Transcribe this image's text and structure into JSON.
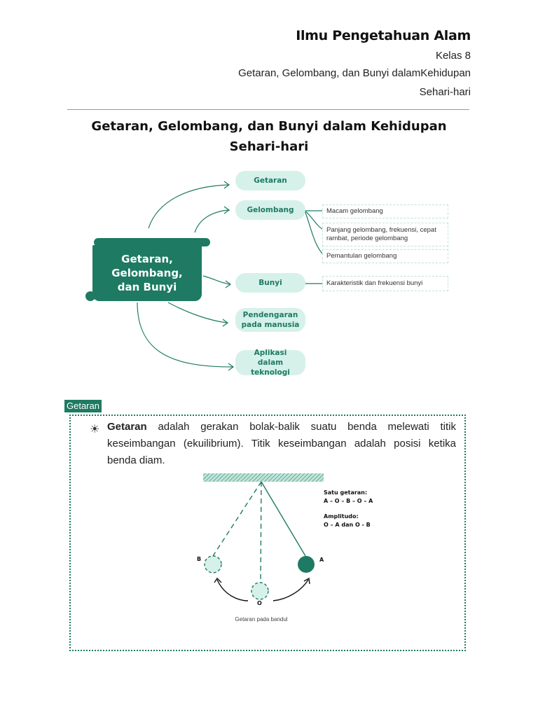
{
  "header": {
    "subject": "Ilmu Pengetahuan Alam",
    "grade": "Kelas 8",
    "topic_line1": "Getaran, Gelombang, dan Bunyi dalamKehidupan",
    "topic_line2": "Sehari-hari"
  },
  "title": {
    "line1": "Getaran, Gelombang, dan Bunyi dalam Kehidupan",
    "line2": "Sehari-hari"
  },
  "mindmap": {
    "central": "Getaran, Gelombang, dan Bunyi",
    "branches": [
      {
        "label": "Getaran"
      },
      {
        "label": "Gelombang"
      },
      {
        "label": "Bunyi"
      },
      {
        "label": "Pendengaran pada manusia"
      },
      {
        "label": "Aplikasi dalam teknologi"
      }
    ],
    "leaves": {
      "gelombang": [
        "Macam gelombang",
        "Panjang gelombang, frekuensi, cepat rambat, periode gelombang",
        "Pemantulan gelombang"
      ],
      "bunyi": [
        "Karakteristik dan frekuensi bunyi"
      ]
    },
    "colors": {
      "primary": "#1e7a62",
      "pill": "#d6f1ea"
    }
  },
  "section": {
    "label": "Getaran",
    "term": "Getaran",
    "definition": " adalah gerakan bolak-balik suatu benda melewati titik keseimbangan (ekuilibrium). Titik keseimbangan adalah posisi ketika benda diam.",
    "bullet_icon": "sun-icon"
  },
  "pendulum": {
    "note_title1": "Satu getaran:",
    "note_value1": "A – O – B – O – A",
    "note_title2": "Amplitudo:",
    "note_value2": "O – A dan O - B",
    "label_a": "A",
    "label_b": "B",
    "label_o": "O",
    "caption": "Getaran pada bandul"
  }
}
